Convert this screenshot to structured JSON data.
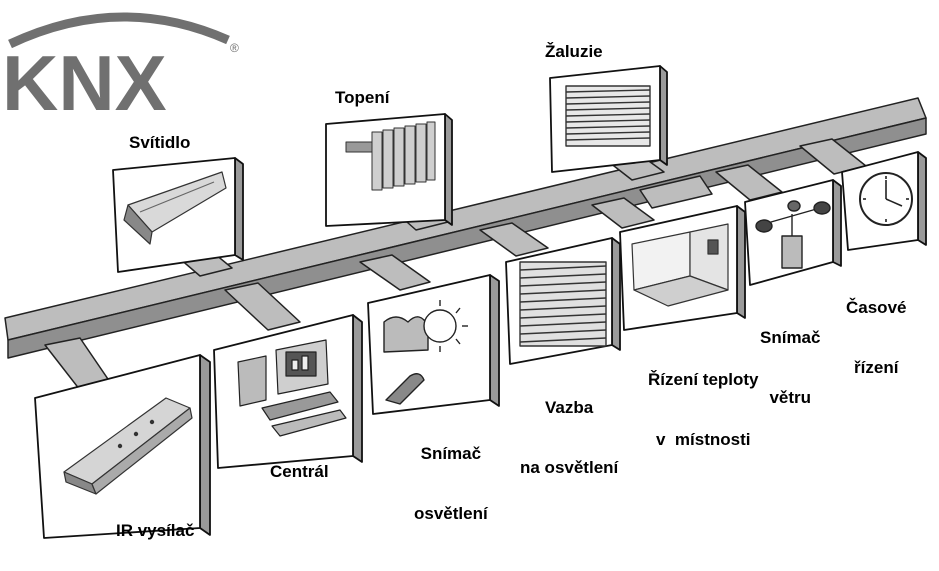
{
  "logo": {
    "text": "KNX",
    "registered_mark": "®"
  },
  "colors": {
    "bus_fill": "#bdbdbd",
    "bus_stroke": "#222222",
    "panel_face": "#ffffff",
    "panel_side": "#9a9a9a",
    "panel_stroke": "#111111",
    "logo_gray": "#707070"
  },
  "devices": {
    "svitidlo": {
      "label": "Svítidlo",
      "icon": "ceiling-light-icon"
    },
    "topeni": {
      "label": "Topení",
      "icon": "radiator-icon"
    },
    "zaluzie": {
      "label": "Žaluzie",
      "icon": "blinds-icon"
    },
    "ir_vysilac": {
      "label": "IR vysílač",
      "icon": "ir-remote-icon"
    },
    "central": {
      "label": "Centrál",
      "icon": "computer-icon"
    },
    "snimac_osvetleni": {
      "line1": "Snímač",
      "line2": "osvětlení",
      "icon": "sun-sensor-icon"
    },
    "vazba_osvetleni": {
      "line1": "Vazba",
      "line2": "na osvětlení",
      "icon": "louver-panel-icon"
    },
    "rizeni_teploty": {
      "line1": "Řízení teploty",
      "line2": "v  místnosti",
      "icon": "room-thermostat-icon"
    },
    "snimac_vetru": {
      "line1": "Snímač",
      "line2": "větru",
      "icon": "anemometer-icon"
    },
    "casove_rizeni": {
      "line1": "Časové",
      "line2": "řízení",
      "icon": "clock-icon"
    }
  }
}
